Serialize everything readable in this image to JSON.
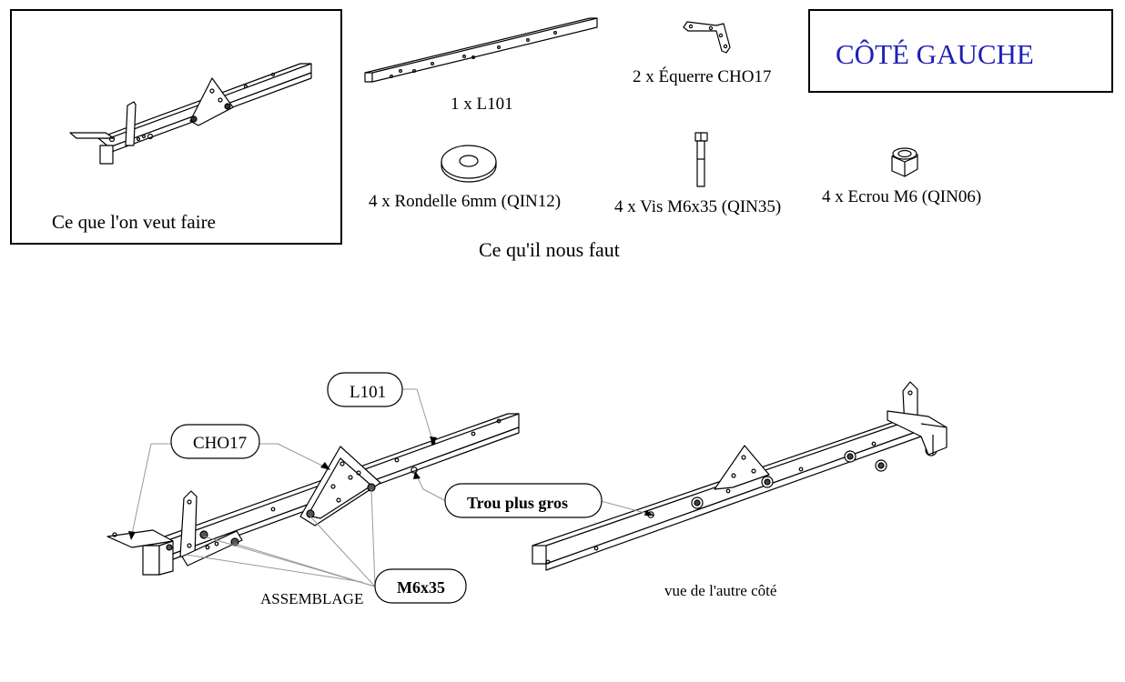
{
  "preview": {
    "caption": "Ce que l'on veut faire"
  },
  "parts": {
    "header": "Ce qu'il nous faut",
    "items": [
      {
        "label": "1 x L101",
        "icon": "square-tube-icon"
      },
      {
        "label": "2 x Équerre CHO17",
        "icon": "angle-bracket-icon"
      },
      {
        "label": "4 x Rondelle 6mm (QIN12)",
        "icon": "washer-icon"
      },
      {
        "label": "4 x Vis M6x35 (QIN35)",
        "icon": "bolt-icon"
      },
      {
        "label": "4 x Ecrou M6 (QIN06)",
        "icon": "nut-icon"
      }
    ]
  },
  "title": "CÔTÉ GAUCHE",
  "assembly": {
    "callouts": {
      "l101": "L101",
      "cho17": "CHO17",
      "trou": "Trou plus gros",
      "m6x35": "M6x35"
    },
    "assemblage_label": "ASSEMBLAGE",
    "other_side_label": "vue de l'autre côté"
  }
}
